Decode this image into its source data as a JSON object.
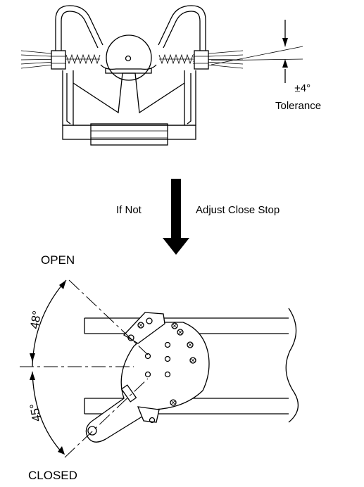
{
  "top_view": {
    "tolerance_value": "+4°",
    "tolerance_label": "Tolerance"
  },
  "arrow": {
    "left_label": "If Not",
    "right_label": "Adjust Close Stop"
  },
  "bottom_view": {
    "open_label": "OPEN",
    "closed_label": "CLOSED",
    "open_angle": "48°",
    "closed_angle": "45°"
  }
}
